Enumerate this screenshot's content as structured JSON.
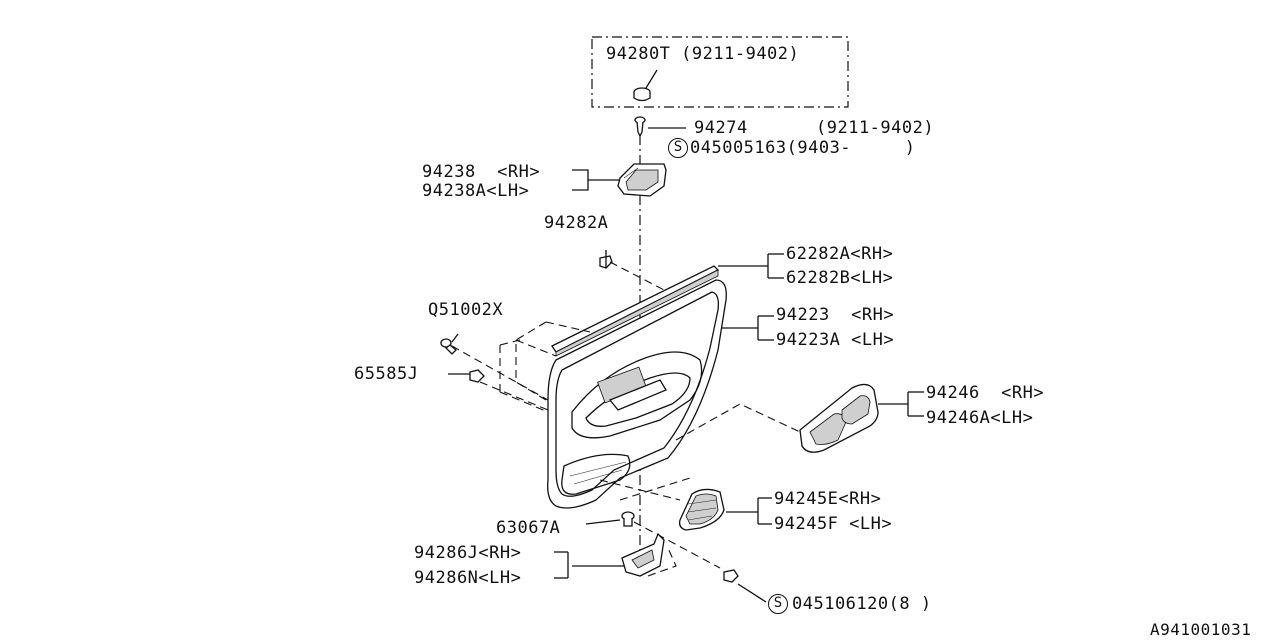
{
  "diagram": {
    "figure_id": "A941001031",
    "parts": {
      "p94280T": {
        "number": "94280T",
        "note": "(9211-9402)"
      },
      "p94274": {
        "number": "94274",
        "note": "(9211-9402)"
      },
      "s045005163": {
        "symbol": "S",
        "number": "045005163",
        "note": "(9403-     )"
      },
      "p94238": {
        "number": "94238",
        "side": "<RH>"
      },
      "p94238A": {
        "number": "94238A",
        "side": "<LH>"
      },
      "p94282A": {
        "number": "94282A"
      },
      "p62282A": {
        "number": "62282A",
        "side": "<RH>"
      },
      "p62282B": {
        "number": "62282B",
        "side": "<LH>"
      },
      "pQ51002X": {
        "number": "Q51002X"
      },
      "p94223": {
        "number": "94223",
        "side": "<RH>"
      },
      "p94223A": {
        "number": "94223A",
        "side": "<LH>"
      },
      "p65585J": {
        "number": "65585J"
      },
      "p94246": {
        "number": "94246",
        "side": "<RH>"
      },
      "p94246A": {
        "number": "94246A",
        "side": "<LH>"
      },
      "p94245E": {
        "number": "94245E",
        "side": "<RH>"
      },
      "p94245F": {
        "number": "94245F",
        "side": "<LH>"
      },
      "p63067A": {
        "number": "63067A"
      },
      "p94286J": {
        "number": "94286J",
        "side": "<RH>"
      },
      "p94286N": {
        "number": "94286N",
        "side": "<LH>"
      },
      "s045106120": {
        "symbol": "S",
        "number": "045106120",
        "note": "(8 )"
      }
    }
  }
}
